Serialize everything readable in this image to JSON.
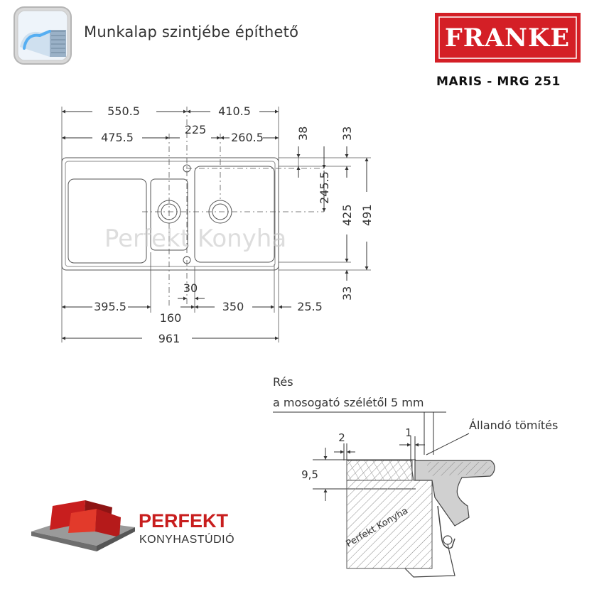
{
  "header": {
    "title": "Munkalap szintjébe építhető"
  },
  "brand": {
    "logo_text": "FRANKE",
    "logo_color": "#d41f26"
  },
  "model": {
    "name": "MARIS - MRG 251"
  },
  "top_view": {
    "dims": {
      "total_left": "550.5",
      "total_right": "410.5",
      "left_475": "475.5",
      "mid_225": "225",
      "right_260": "260.5",
      "v38": "38",
      "v33_top": "33",
      "v245": "245.5",
      "v425": "425",
      "v491": "491",
      "v30": "30",
      "v33_bottom": "33",
      "b395": "395.5",
      "b160": "160",
      "b350": "350",
      "b25": "25.5",
      "overall": "961"
    },
    "watermark": "Perfekt Konyha"
  },
  "section_view": {
    "gap_label_line1": "Rés",
    "gap_label_line2": "a mosogató szélétől 5 mm",
    "seal_label": "Állandó tömítés",
    "dim_2": "2",
    "dim_1": "1",
    "dim_95": "9,5",
    "watermark": "Perfekt Konyha"
  },
  "perfekt_logo": {
    "name": "PERFEKT",
    "sub": "KONYHASTÚDIÓ",
    "accent": "#c81e1e"
  }
}
